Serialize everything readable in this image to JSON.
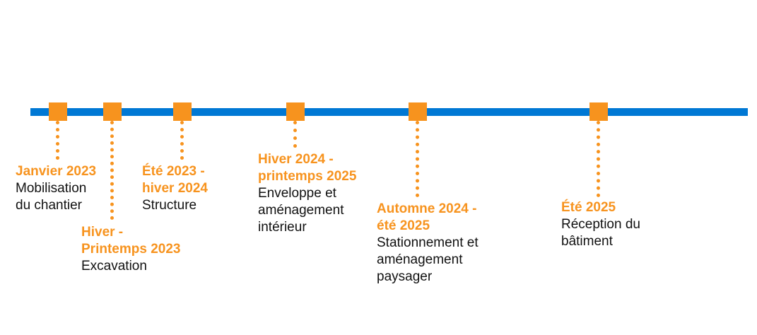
{
  "timeline": {
    "colors": {
      "bar": "#0078d4",
      "accent": "#f7931e",
      "text": "#111111"
    },
    "milestones": [
      {
        "date": "Janvier 2023",
        "description": "Mobilisation\ndu chantier"
      },
      {
        "date": "Hiver -\nPrintemps 2023",
        "description": "Excavation"
      },
      {
        "date": "Été 2023 -\nhiver 2024",
        "description": "Structure"
      },
      {
        "date": "Hiver 2024 -\nprintemps 2025",
        "description": "Enveloppe et\naménagement\nintérieur"
      },
      {
        "date": "Automne 2024 -\nété 2025",
        "description": "Stationnement et\naménagement\npaysager"
      },
      {
        "date": "Été 2025",
        "description": "Réception du\nbâtiment"
      }
    ]
  }
}
